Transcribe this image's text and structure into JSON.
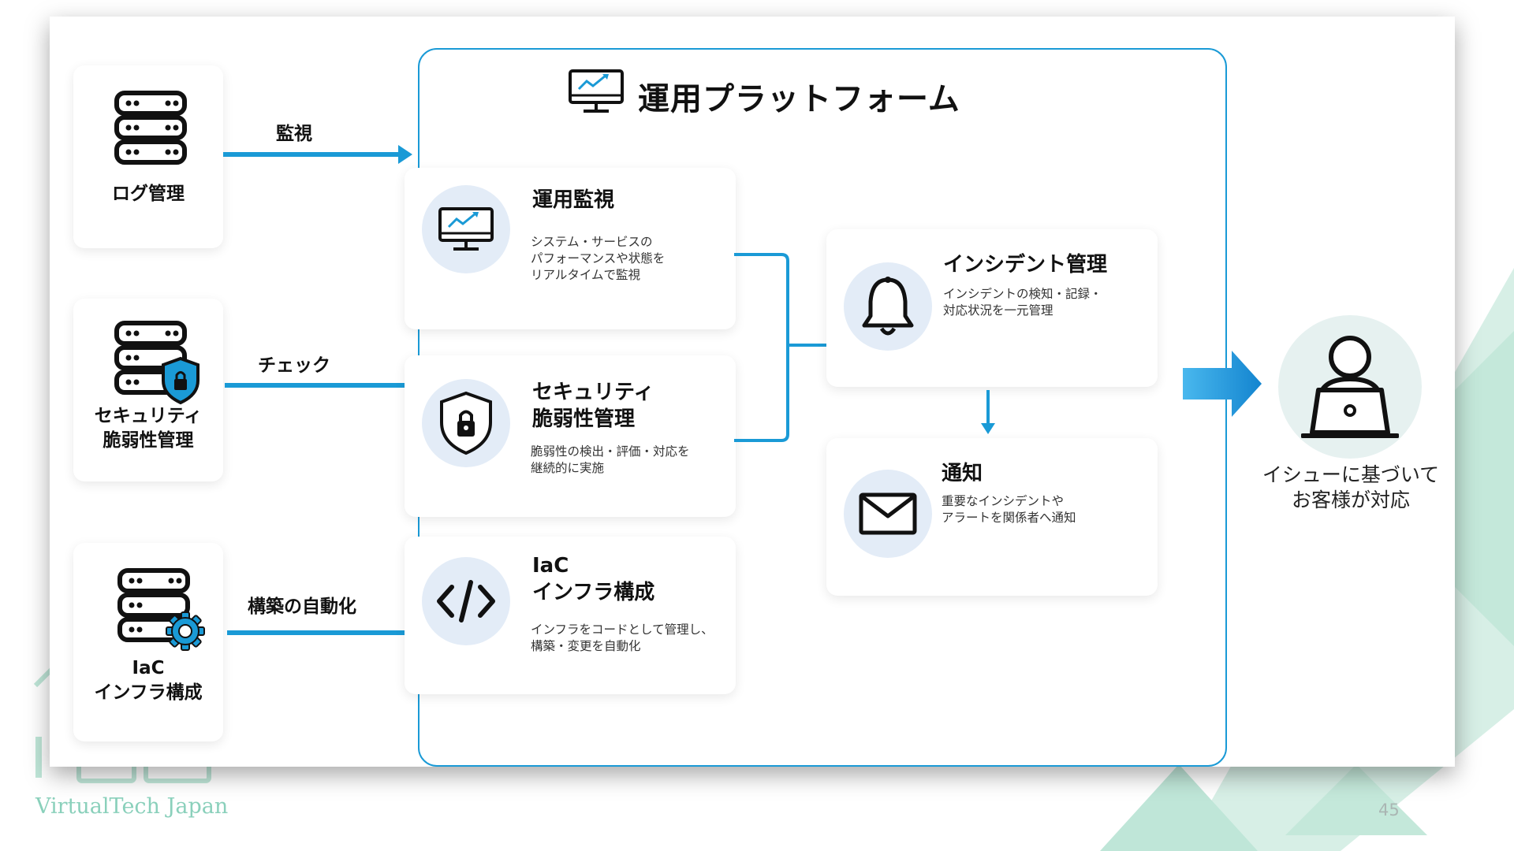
{
  "colors": {
    "accent": "#1a9ad6",
    "icon_bg": "#e3ecf7",
    "deco_green": "#bfe6d8"
  },
  "platform": {
    "title": "運用プラットフォーム",
    "icon": "monitor-chart-icon"
  },
  "sources": [
    {
      "label": "ログ管理",
      "arrow_label": "監視",
      "icon": "server-icon"
    },
    {
      "label": "セキュリティ\n脆弱性管理",
      "arrow_label": "チェック",
      "icon": "server-shield-icon"
    },
    {
      "label": "IaC\nインフラ構成",
      "arrow_label": "構築の自動化",
      "icon": "server-gear-icon"
    }
  ],
  "features": [
    {
      "title": "運用監視",
      "desc": "システム・サービスの\nパフォーマンスや状態を\nリアルタイムで監視",
      "icon": "monitor-chart-icon"
    },
    {
      "title": "セキュリティ\n脆弱性管理",
      "desc": "脆弱性の検出・評価・対応を\n継続的に実施",
      "icon": "shield-lock-icon"
    },
    {
      "title": "IaC\nインフラ構成",
      "desc": "インフラをコードとして管理し、\n構築・変更を自動化",
      "icon": "code-icon"
    }
  ],
  "outputs": [
    {
      "title": "インシデント管理",
      "desc": "インシデントの検知・記録・\n対応状況を一元管理",
      "icon": "bell-icon"
    },
    {
      "title": "通知",
      "desc": "重要なインシデントや\nアラートを関係者へ通知",
      "icon": "mail-icon"
    }
  ],
  "result": {
    "label": "イシューに基づいて\nお客様が対応",
    "icon": "user-laptop-icon"
  },
  "footer": {
    "brand": "VirtualTech Japan",
    "page": "45"
  }
}
